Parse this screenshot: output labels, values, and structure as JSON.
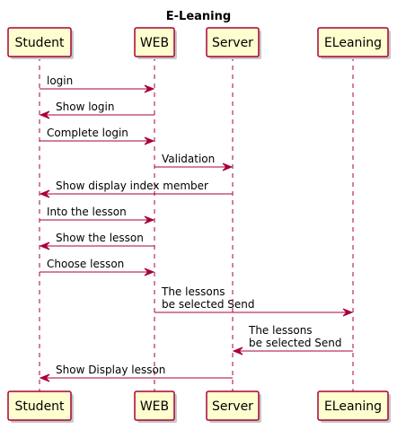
{
  "title": "E-Leaning",
  "participants": [
    {
      "id": "student",
      "label": "Student"
    },
    {
      "id": "web",
      "label": "WEB"
    },
    {
      "id": "server",
      "label": "Server"
    },
    {
      "id": "eleaning",
      "label": "ELeaning"
    }
  ],
  "messages": [
    {
      "from": "student",
      "to": "web",
      "lines": [
        "login"
      ]
    },
    {
      "from": "web",
      "to": "student",
      "lines": [
        "Show login"
      ]
    },
    {
      "from": "student",
      "to": "web",
      "lines": [
        "Complete login"
      ]
    },
    {
      "from": "web",
      "to": "server",
      "lines": [
        "Validation"
      ]
    },
    {
      "from": "server",
      "to": "student",
      "lines": [
        "Show display index member"
      ]
    },
    {
      "from": "student",
      "to": "web",
      "lines": [
        "Into the lesson"
      ]
    },
    {
      "from": "web",
      "to": "student",
      "lines": [
        "Show the lesson"
      ]
    },
    {
      "from": "student",
      "to": "web",
      "lines": [
        "Choose lesson"
      ]
    },
    {
      "from": "web",
      "to": "eleaning",
      "lines": [
        "The lessons",
        "be selected Send"
      ]
    },
    {
      "from": "eleaning",
      "to": "server",
      "lines": [
        "The lessons",
        "be selected Send"
      ]
    },
    {
      "from": "server",
      "to": "student",
      "lines": [
        "Show Display lesson"
      ]
    }
  ],
  "colors": {
    "box_fill": "#fefece",
    "box_stroke": "#a80036",
    "arrow": "#a80036",
    "lifeline": "#a80036",
    "shadow": "#c8c8c8"
  }
}
